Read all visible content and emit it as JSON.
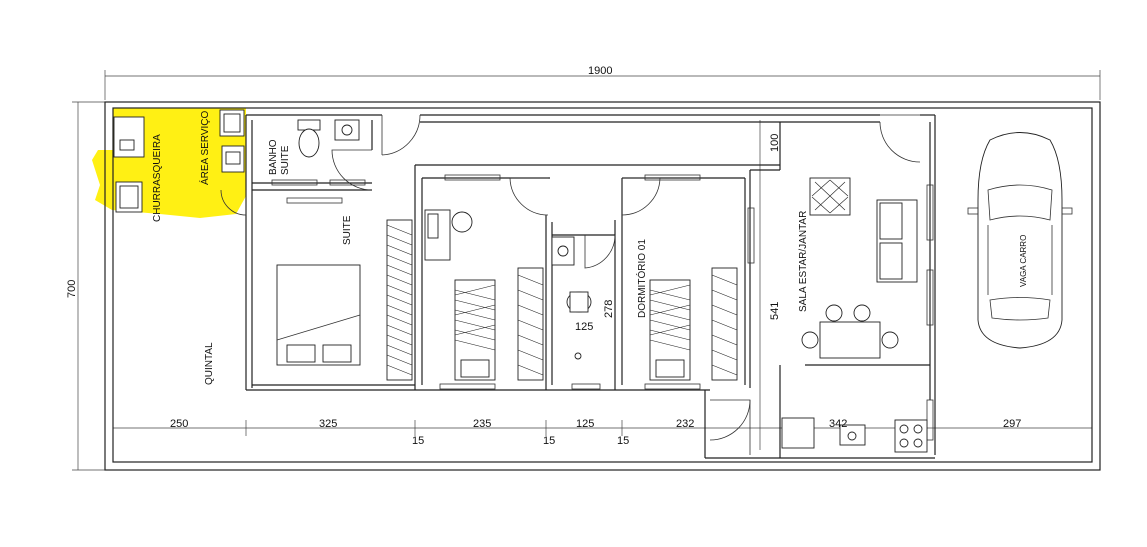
{
  "plan": {
    "highlight_color": "#ffef00",
    "rooms": {
      "churrasqueira": "CHURRASQUEIRA",
      "area_servico": "ÁREA SERVIÇO",
      "banho_suite_line1": "BANHO",
      "banho_suite_line2": "SUITE",
      "suite": "SUITE",
      "quintal": "QUINTAL",
      "dormitorio": "DORMITÓRIO 01",
      "sala": "SALA ESTAR/JANTAR",
      "vaga": "VAGA CARRO"
    },
    "dimensions": {
      "total_width": "1900",
      "total_height": "700",
      "d100": "100",
      "d541": "541",
      "d278": "278",
      "d125_wc": "125",
      "bottom": [
        "250",
        "325",
        "15",
        "235",
        "15",
        "125",
        "15",
        "232",
        "342",
        "297"
      ]
    }
  }
}
